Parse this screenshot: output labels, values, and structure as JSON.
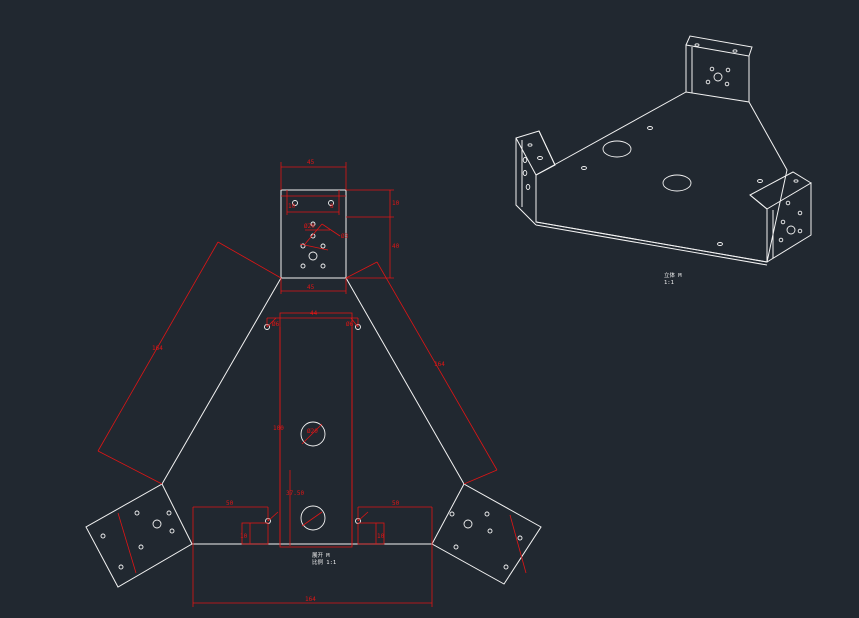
{
  "viewport": {
    "background": "#212830"
  },
  "colors": {
    "geometry": "#f2f2f2",
    "dimension": "#e01515"
  },
  "flat_view": {
    "dimensions": {
      "tab_width_top": "45",
      "tab_width_bottom": "45",
      "tab_top_offset": "10",
      "tab_height": "40",
      "small_offset_1": "10",
      "small_offset_2": "8",
      "pcd_label": "Ø20",
      "hole_label": "Ø3",
      "left_edge_len": "164",
      "right_edge_len": "164",
      "center_width": "44",
      "slot_hole_label": "Ø20",
      "center_height": "100",
      "lower_height": "37.50",
      "bottom_left_width": "50",
      "bottom_right_width": "50",
      "bottom_left_small": "10",
      "bottom_right_small": "10",
      "bottom_total": "164",
      "corner_hole_left": "Ø6",
      "corner_hole_right": "Ø6"
    },
    "label_line1": "展开 M",
    "label_line2": "比例 1:1"
  },
  "iso_view": {
    "label_line1": "立体 M",
    "label_line2": "1:1"
  }
}
